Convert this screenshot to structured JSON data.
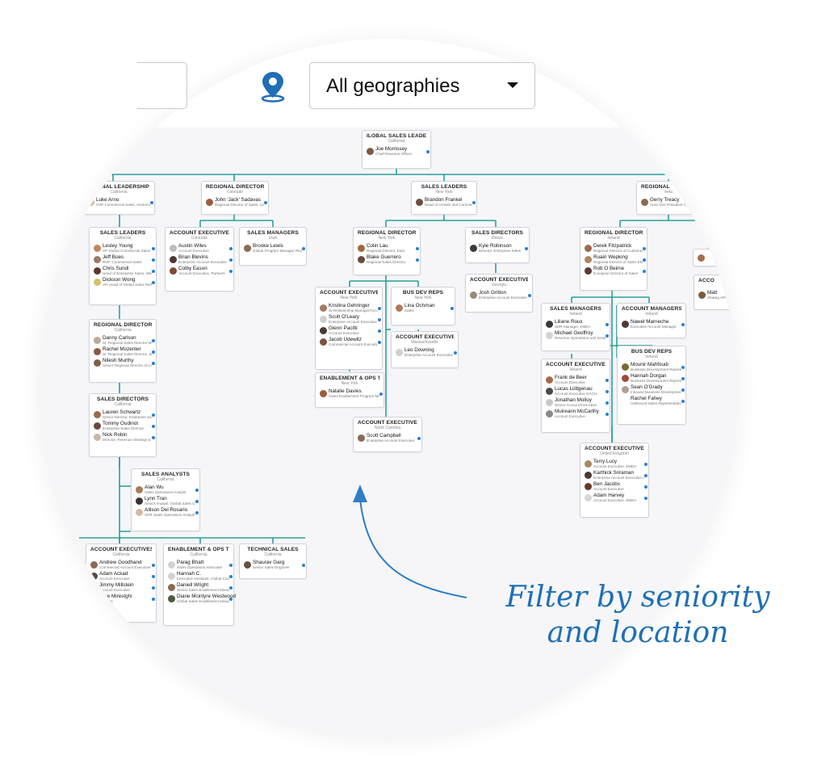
{
  "filter": {
    "geography_label": "All geographies",
    "icon": "location-pin-icon"
  },
  "annotation": {
    "line1": "Filter by seniority",
    "line2": "and location"
  },
  "colors": {
    "connector": "#2aa198",
    "accent": "#1f6fb5",
    "linkedin": "#2b7fd0"
  },
  "org": {
    "root": {
      "title": "ILOBAL SALES LEADERSHI",
      "location": "California",
      "people": [
        {
          "name": "Joe Morrissey",
          "role": "Chief Revenue Officer",
          "avatar": "#7a5a44"
        }
      ]
    },
    "reg_leadership": {
      "title": "EGIONAL LEADERSHIP",
      "location": "California",
      "people": [
        {
          "name": "Luke Arno",
          "role": "SVP Commercial Sales, Americas",
          "avatar": "#cdb9a6"
        }
      ]
    },
    "reg_dir_colorado": {
      "title": "REGIONAL DIRECTORS",
      "location": "Colorado",
      "people": [
        {
          "name": "John 'Jack' Sadavas",
          "role": "Regional Director of Sales, Central",
          "avatar": "#a05c3a"
        }
      ]
    },
    "sales_leaders_ny": {
      "title": "SALES LEADERS",
      "location": "New York",
      "people": [
        {
          "name": "Brandon Frankel",
          "role": "Head of Growth and Commercial Sales, East",
          "avatar": "#6b5040"
        }
      ]
    },
    "regional_right": {
      "title": "REGIONAL",
      "location": "Irela",
      "people": [
        {
          "name": "Gerry Treacy",
          "role": "Area Vice President Commercial Sales",
          "avatar": "#8d6a52"
        }
      ]
    },
    "sales_leaders_ca": {
      "title": "SALES LEADERS",
      "location": "California",
      "people": [
        {
          "name": "Lesley Young",
          "role": "VP Global Commercial Sales",
          "avatar": "#c0865f"
        },
        {
          "name": "Jeff Boes",
          "role": "RVP, Commercial Sales",
          "avatar": "#9a7b66"
        },
        {
          "name": "Chris Sundi",
          "role": "Head of Enterprise Sales, West and APAC at Segment",
          "avatar": "#5a3b2b"
        },
        {
          "name": "Dickson Wong",
          "role": "VP, Head of Global Sales Performance & Strategy",
          "avatar": "#d6c06a"
        }
      ]
    },
    "account_execs_co": {
      "title": "ACCOUNT EXECUTIVES",
      "location": "Colorado",
      "people": [
        {
          "name": "Austin Wiles",
          "role": "Account Executive",
          "avatar": "#bdbdbd"
        },
        {
          "name": "Brian Blevins",
          "role": "Enterprise Account Executive",
          "avatar": "#4a3a30"
        },
        {
          "name": "Colby Eason",
          "role": "Account Executive, Partners",
          "avatar": "#7b4a3a"
        }
      ]
    },
    "sales_managers_ut": {
      "title": "SALES MANAGERS",
      "location": "Utah",
      "people": [
        {
          "name": "Brooke Lewis",
          "role": "Global Program Manager Revenue & Operations",
          "avatar": "#8c6a55"
        }
      ]
    },
    "reg_dir_ny": {
      "title": "REGIONAL DIRECTORS",
      "location": "New York",
      "people": [
        {
          "name": "Colin Lau",
          "role": "Regional Director, East",
          "avatar": "#a0683e"
        },
        {
          "name": "Blake Guerrero",
          "role": "Regional Sales Director",
          "avatar": "#6a4a3a"
        }
      ]
    },
    "sales_dir_il": {
      "title": "SALES DIRECTORS",
      "location": "Illinois",
      "people": [
        {
          "name": "Kyle Robinson",
          "role": "Director, Enterprise Sales",
          "avatar": "#3a3a40"
        }
      ]
    },
    "reg_dir_ie": {
      "title": "REGIONAL DIRECTORS",
      "location": "Ireland",
      "people": [
        {
          "name": "Derek Fitzpatrick",
          "role": "Regional Director of Customer Success, EMEA",
          "avatar": "#9a6a50"
        },
        {
          "name": "Ruairi Wepking",
          "role": "Regional Director of Sales EMEA",
          "avatar": "#a98660"
        },
        {
          "name": "Rob O Beirne",
          "role": "European Director of Sales",
          "avatar": "#5a3a30"
        }
      ]
    },
    "reg_dir_ca": {
      "title": "REGIONAL DIRECTORS",
      "location": "California",
      "people": [
        {
          "name": "Danny Carlson",
          "role": "Sr. Regional Sales Director West",
          "avatar": "#bba99a"
        },
        {
          "name": "Rachel Mozenter",
          "role": "Sr. Regional Sales Director, West",
          "avatar": "#8a5a48"
        },
        {
          "name": "Nilesh Murthy",
          "role": "Senior Regional Director of Customer Success",
          "avatar": "#7a6248"
        }
      ]
    },
    "account_execs_ny": {
      "title": "ACCOUNT EXECUTIVES",
      "location": "New York",
      "people": [
        {
          "name": "Kristina Gehringer",
          "role": "Sr Relationship Manager/Account Executive",
          "avatar": "#a57a60"
        },
        {
          "name": "Scott O'Leary",
          "role": "Enterprise Account Executive",
          "avatar": "#cfcfcf"
        },
        {
          "name": "Glenn Pacitti",
          "role": "Account Executive",
          "avatar": "#4a3a32"
        },
        {
          "name": "Jacob Udewitz",
          "role": "Commercial Account Executive",
          "avatar": "#7b5240"
        }
      ]
    },
    "bus_dev_ny": {
      "title": "BUS DEV REPS",
      "location": "New York",
      "people": [
        {
          "name": "Lina Ochman",
          "role": "Sales",
          "avatar": "#b07a58"
        }
      ]
    },
    "account_execs_ga": {
      "title": "ACCOUNT EXECUTIVES",
      "location": "Georgia",
      "people": [
        {
          "name": "Josh Gritton",
          "role": "Enterprise Account Executive",
          "avatar": "#9a8a7a"
        }
      ]
    },
    "account_execs_ma": {
      "title": "ACCOUNT EXECUTIVES",
      "location": "Massachusetts",
      "people": [
        {
          "name": "Leo Downing",
          "role": "Enterprise Account Executive",
          "avatar": "#d0d0d0"
        }
      ]
    },
    "enablement_ny": {
      "title": "ENABLEMENT & OPS TEAM",
      "location": "New York",
      "people": [
        {
          "name": "Natalie Davies",
          "role": "Sales Enablement Program Manager",
          "avatar": "#a0583a"
        }
      ]
    },
    "account_execs_nc": {
      "title": "ACCOUNT EXECUTIVES",
      "location": "North Carolina",
      "people": [
        {
          "name": "Scott Campbell",
          "role": "Enterprise Account Executive",
          "avatar": "#8a6a58"
        }
      ]
    },
    "sales_managers_ie": {
      "title": "SALES MANAGERS",
      "location": "Ireland",
      "people": [
        {
          "name": "Liliane Roux",
          "role": "SDR Manager, EMEA",
          "avatar": "#3a3a3a"
        },
        {
          "name": "Michael Geoffroy",
          "role": "Revenue Operations and Strategy Manager",
          "avatar": "#d2d2d2"
        }
      ]
    },
    "account_managers_ie": {
      "title": "ACCOUNT MANAGERS",
      "location": "Ireland",
      "people": [
        {
          "name": "Nawel Marneche",
          "role": "Executive Account Manager",
          "avatar": "#4a3a30"
        }
      ]
    },
    "account_execs_ie": {
      "title": "ACCOUNT EXECUTIVES",
      "location": "Ireland",
      "people": [
        {
          "name": "Frank de Beer",
          "role": "Account Executive",
          "avatar": "#a86a48"
        },
        {
          "name": "Lucas Lüttgenau",
          "role": "Account Executive DACH",
          "avatar": "#4a4a4a"
        },
        {
          "name": "Jonathan Molloy",
          "role": "Senior Account Executive",
          "avatar": "#c9c9c9"
        },
        {
          "name": "Muireann McCarthy",
          "role": "Account Executive",
          "avatar": "#8a8a8a"
        }
      ]
    },
    "bus_dev_ie": {
      "title": "BUS DEV REPS",
      "location": "Ireland",
      "people": [
        {
          "name": "Mounir Mahfoudi",
          "role": "Business Development Representative",
          "avatar": "#7a6a30"
        },
        {
          "name": "Hannah Dorgan",
          "role": "Business Development Representative",
          "avatar": "#a04a3a"
        },
        {
          "name": "Sean O'Grady",
          "role": "Inbound Business Development Representative EMEA",
          "avatar": "#b0a090"
        },
        {
          "name": "Rachel Fahey",
          "role": "Outbound Sales Representative",
          "avatar": "#ffffff"
        }
      ]
    },
    "account_execs_uk": {
      "title": "ACCOUNT EXECUTIVES",
      "location": "United Kingdom",
      "people": [
        {
          "name": "Terry Lucy",
          "role": "Account Executive, EMEA",
          "avatar": "#a8886a"
        },
        {
          "name": "Karthick Sriraman",
          "role": "Enterprise Account Executive, EMEA",
          "avatar": "#4a3a30"
        },
        {
          "name": "Ben Jacobs",
          "role": "Account Executive",
          "avatar": "#6a3a2a"
        },
        {
          "name": "Adam Harvey",
          "role": "Account Executive, EMEA",
          "avatar": "#d6d6d6"
        }
      ]
    },
    "sales_dir_ca": {
      "title": "SALES DIRECTORS",
      "location": "California",
      "people": [
        {
          "name": "Lauren Schwartz",
          "role": "Senior Director, Enterprise Sales",
          "avatar": "#9a6a4a"
        },
        {
          "name": "Tommy Oudinot",
          "role": "Enterprise Sales Director",
          "avatar": "#6a4a3a"
        },
        {
          "name": "Nick Robin",
          "role": "Director, Revenue Strategy & Ops",
          "avatar": "#c8b8a8"
        }
      ]
    },
    "sales_analysts": {
      "title": "SALES ANALYSTS",
      "location": "California",
      "people": [
        {
          "name": "Alan Wu",
          "role": "Sales Operations Analyst",
          "avatar": "#a87a58"
        },
        {
          "name": "Lynn Tran",
          "role": "Senior Analyst, Global Sales Compensation",
          "avatar": "#3a3030"
        },
        {
          "name": "Allison Del Rosario",
          "role": "SDR Sales Operations Analyst",
          "avatar": "#d8b8a0"
        }
      ]
    },
    "account_execs_ca": {
      "title": "ACCOUNT EXECUTIVES",
      "location": "California",
      "people": [
        {
          "name": "Andrew Goodhand",
          "role": "Commercial Account Executive",
          "avatar": "#8a6a58"
        },
        {
          "name": "Adam Ackad",
          "role": "Account Executive",
          "avatar": "#5a4a40"
        },
        {
          "name": "Jimmy Millstein",
          "role": "Account Executive",
          "avatar": "#a07a5a"
        },
        {
          "name": "Mike Mirestghi",
          "role": "Account",
          "avatar": "#7a5a48"
        }
      ]
    },
    "enablement_ca": {
      "title": "ENABLEMENT & OPS TEAM",
      "location": "California",
      "people": [
        {
          "name": "Parag Bhatt",
          "role": "Sales Operations Associate",
          "avatar": "#d2d2d2"
        },
        {
          "name": "Hannah C.",
          "role": "Executive Assistant, Global Commercial Sales and Operations",
          "avatar": "#d2d2d2"
        },
        {
          "name": "Daniell Wright",
          "role": "Senior Sales Enablement Manager",
          "avatar": "#8a6a50"
        },
        {
          "name": "Diane Mcintyre Westwood",
          "role": "Global Sales Enablement Manager",
          "avatar": "#4a5a3a"
        }
      ]
    },
    "technical_sales": {
      "title": "TECHNICAL SALES",
      "location": "California",
      "people": [
        {
          "name": "Shaurav Garg",
          "role": "Senior Sales Engineer",
          "avatar": "#6a5040"
        }
      ]
    },
    "partial_right_1": {
      "title": "",
      "location": "",
      "people": [
        {
          "name": "",
          "role": "",
          "avatar": "#a0704a"
        }
      ]
    },
    "partial_right_2": {
      "title": "ACCO",
      "location": "",
      "people": [
        {
          "name": "Matt",
          "role": "Strateg APAC",
          "avatar": "#7a5a40"
        }
      ]
    }
  }
}
